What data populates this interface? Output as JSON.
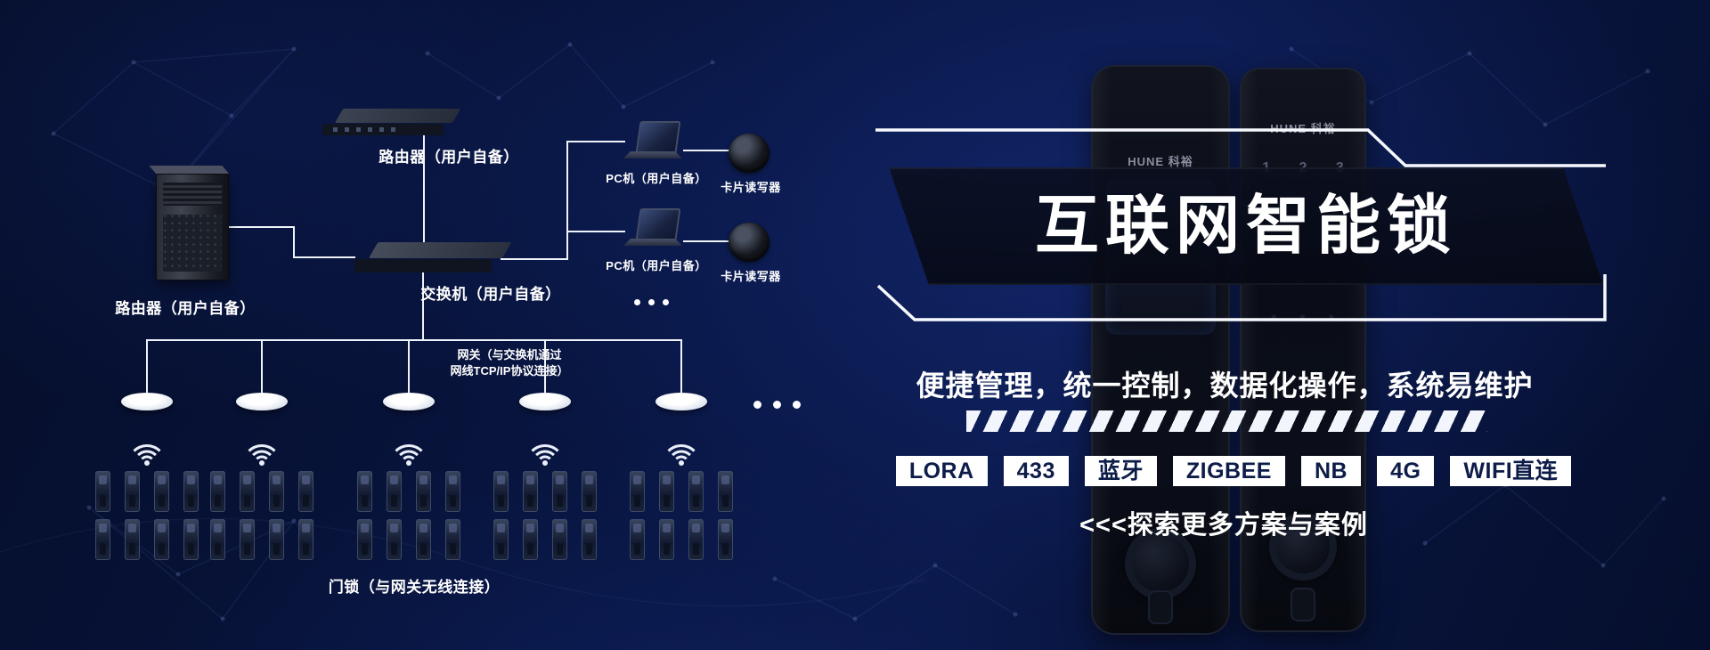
{
  "theme": {
    "background_dark": "#050d28",
    "background_blue": "#0a1848",
    "line_color": "#ffffff",
    "tag_background": "#ffffff",
    "tag_text": "#0d1c48"
  },
  "diagram": {
    "tower_label": "路由器（用户自备）",
    "router_label": "路由器（用户自备）",
    "switch_label": "交换机（用户自备）",
    "pc_top_label": "PC机（用户自备）",
    "pc_bottom_label": "PC机（用户自备）",
    "reader_top_label": "卡片读写器",
    "reader_bottom_label": "卡片读写器",
    "gateway_note_line1": "网关（与交换机通过",
    "gateway_note_line2": "网线TCP/IP协议连接）",
    "locks_label": "门锁（与网关无线连接）",
    "gateway_count": 5,
    "lock_group_count": 5,
    "lock_rows": 2,
    "locks_per_group_row": 4
  },
  "hero": {
    "brand": "HUNE 科裕",
    "keypad_digits": "1 2 3",
    "title": "互联网智能锁",
    "subtitle": "便捷管理，统一控制，数据化操作，系统易维护",
    "tags": [
      "LORA",
      "433",
      "蓝牙",
      "ZIGBEE",
      "NB",
      "4G",
      "WIFI直连"
    ],
    "cta": "<<<探索更多方案与案例"
  }
}
